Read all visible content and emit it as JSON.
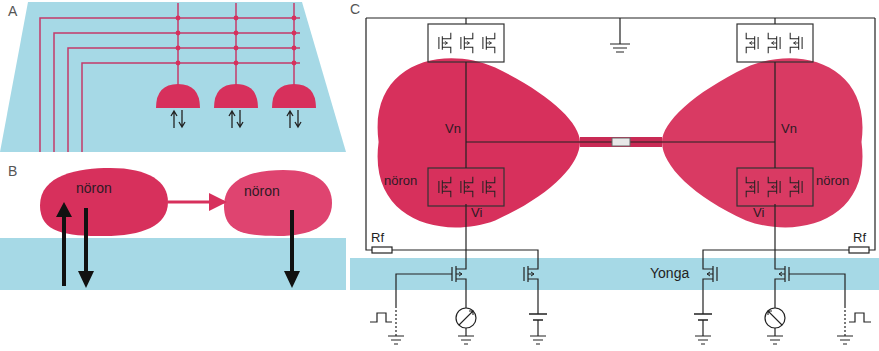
{
  "diagram": {
    "nodes": [
      {
        "text": [
          "nöron"
        ]
      },
      {
        "text": [
          "nöron"
        ]
      },
      {
        "text": [
          "nöron"
        ]
      },
      {
        "text": [
          "nöron"
        ]
      },
      {
        "text": [
          "Yonga"
        ]
      }
    ],
    "edges": [
      {
        "from": 0,
        "to": 1,
        "arrow": "to"
      },
      {
        "from": 2,
        "to": 3,
        "arrow": "none"
      }
    ],
    "labels": [
      "A",
      "B",
      "C",
      "Vn",
      "Vn",
      "Vi",
      "Vi",
      "Rf",
      "Rf"
    ]
  }
}
